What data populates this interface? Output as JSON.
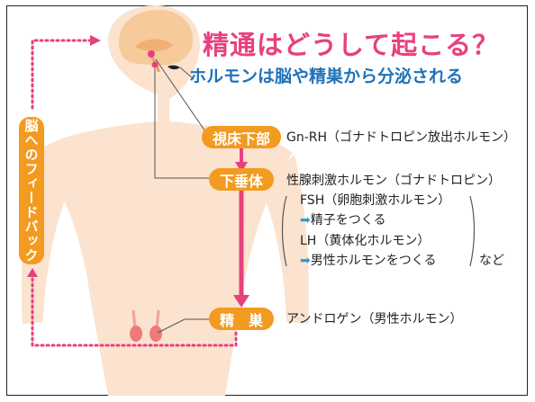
{
  "title": "精通はどうして起こる？",
  "subtitle": "ホルモンは脳や精巣から分泌される",
  "feedback_label": "脳へのフィードバック",
  "nodes": {
    "hypothalamus": {
      "badge": "視床下部",
      "description": "Gn-RH（ゴナドトロピン放出ホルモン）"
    },
    "pituitary": {
      "badge": "下垂体",
      "description": "性腺刺激ホルモン（ゴナドトロピン）",
      "fsh": "FSH（卵胞刺激ホルモン）",
      "fsh_effect": "精子をつくる",
      "lh": "LH（黄体化ホルモン）",
      "lh_effect": "男性ホルモンをつくる",
      "etc": "など"
    },
    "testes": {
      "badge": "精　巣",
      "description": "アンドロゲン（男性ホルモン）"
    }
  },
  "colors": {
    "title": "#e8407e",
    "subtitle": "#1e73b9",
    "badge": "#f39a21",
    "arrow_main": "#e8407e",
    "feedback_dots": "#e8407e",
    "skin": "#fbe3cf",
    "brain": "#f6ca9a",
    "bullet_arrow": "#2a9fd8"
  }
}
